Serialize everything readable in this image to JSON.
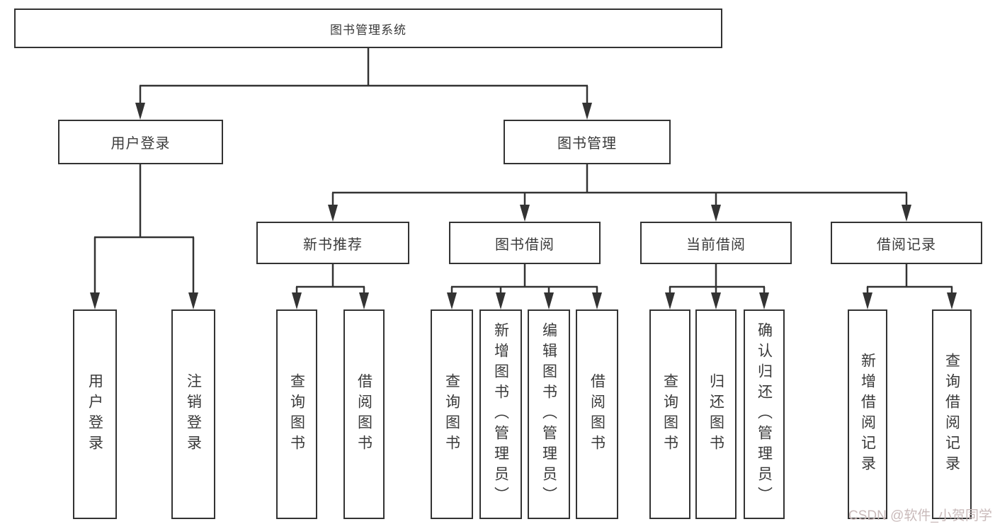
{
  "diagram": {
    "root": "图书管理系统",
    "level2": {
      "user_login": "用户登录",
      "book_management": "图书管理"
    },
    "level3": {
      "new_book_recommend": "新书推荐",
      "book_borrow": "图书借阅",
      "current_borrow": "当前借阅",
      "borrow_records": "借阅记录"
    },
    "leaves": {
      "login_user_login": "用户登录",
      "login_logout": "注销登录",
      "recommend_query_books": "查询图书",
      "recommend_borrow_books": "借阅图书",
      "borrow_query_books": "查询图书",
      "borrow_add_books_admin": "新增图书（管理员）",
      "borrow_edit_books_admin": "编辑图书（管理员）",
      "borrow_borrow_books": "借阅图书",
      "current_query_books": "查询图书",
      "current_return_books": "归还图书",
      "current_confirm_return_admin": "确认归还（管理员）",
      "records_add_record": "新增借阅记录",
      "records_query_record": "查询借阅记录"
    }
  },
  "watermark": {
    "text": "CSDN @软件_小贺同学"
  },
  "colors": {
    "line": "#333333",
    "text": "#3a3a3a",
    "watermark": "#c9baba",
    "background": "#ffffff"
  }
}
